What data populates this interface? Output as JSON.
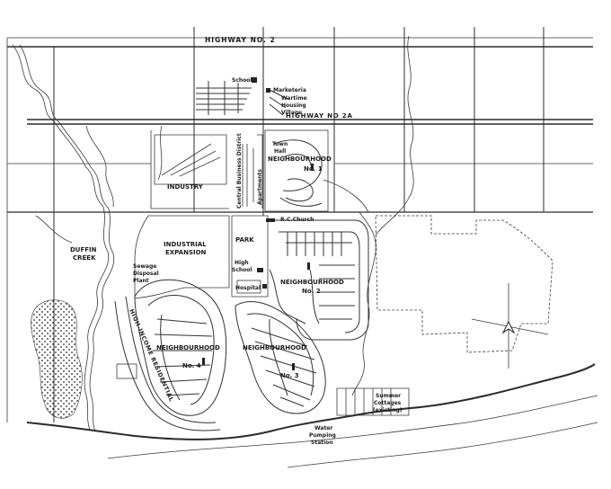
{
  "map": {
    "labels": {
      "highway2": "HIGHWAY NO. 2",
      "highway2a": "HIGHWAY NO 2A",
      "school": "School",
      "marketeria": "Marketeria",
      "wartime": [
        "Wartime",
        "Housing",
        "Village"
      ],
      "town_hall": [
        "Town",
        "Hall"
      ],
      "nbhd1": [
        "NEIGHBOURHOOD",
        "No. 1"
      ],
      "industry": "INDUSTRY",
      "cbd": "Central Business District",
      "apartments": "Apartments",
      "rc_church": "R.C.Church",
      "park": "PARK",
      "industrial_expansion": [
        "INDUSTRIAL",
        "EXPANSION"
      ],
      "duffin_creek": [
        "DUFFIN",
        "CREEK"
      ],
      "sewage": [
        "Sewage",
        "Disposal",
        "Plant"
      ],
      "high_school": [
        "High",
        "School"
      ],
      "hospital": "Hospital",
      "nbhd2": [
        "NEIGHBOURHOOD",
        "No. 2"
      ],
      "high_income": "HIGH-INCOME RESIDENTIAL",
      "nbhd4": [
        "NEIGHBOURHOOD",
        "No. 4"
      ],
      "nbhd3": [
        "NEIGHBOURHOOD",
        "No. 3"
      ],
      "summer_cottages": [
        "Summer",
        "Cottages",
        "(existing)"
      ],
      "water_pumping": [
        "Water",
        "Pumping",
        "Station"
      ]
    },
    "colors": {
      "ink": "#1c1c1c",
      "paper": "#ffffff"
    },
    "icons": {
      "north_arrow": "north-arrow-icon"
    }
  }
}
